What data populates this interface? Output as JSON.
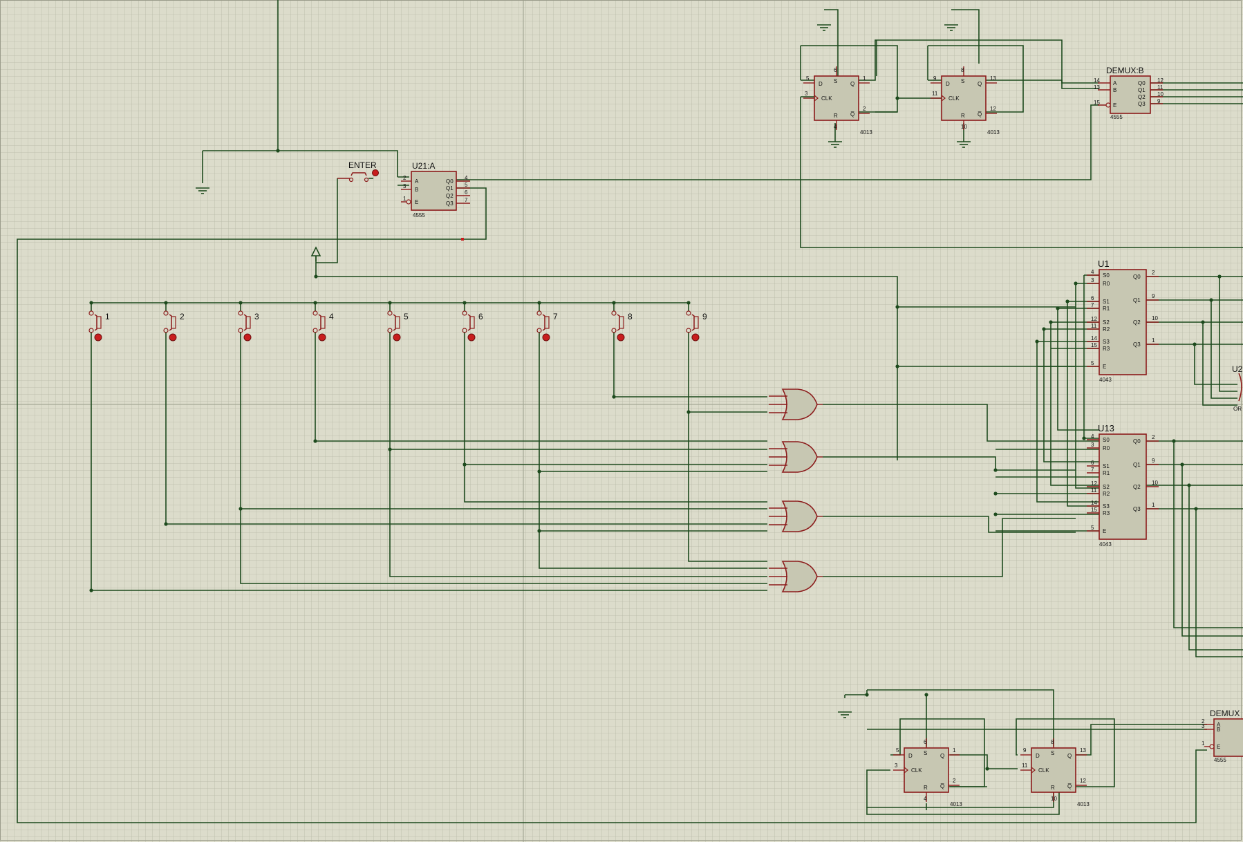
{
  "switch_labels": [
    "1",
    "2",
    "3",
    "4",
    "5",
    "6",
    "7",
    "8",
    "9"
  ],
  "enter_label": "ENTER",
  "u21": {
    "ref": "U21:A",
    "part": "4555",
    "in_pins": [
      "2",
      "3",
      "1"
    ],
    "in_names": [
      "A",
      "B",
      "E"
    ],
    "out_pins": [
      "4",
      "5",
      "6",
      "7"
    ],
    "out_names": [
      "Q0",
      "Q1",
      "Q2",
      "Q3"
    ]
  },
  "demux_b": {
    "ref": "DEMUX:B",
    "part": "4555",
    "in_pins": [
      "14",
      "13",
      "15"
    ],
    "in_names": [
      "A",
      "B",
      "E"
    ],
    "out_pins": [
      "12",
      "11",
      "10",
      "9"
    ],
    "out_names": [
      "Q0",
      "Q1",
      "Q2",
      "Q3"
    ]
  },
  "demux_bottom": {
    "ref": "DEMUX",
    "part": "4555",
    "in_pins": [
      "2",
      "3",
      "1"
    ],
    "in_names": [
      "A",
      "B",
      "E"
    ]
  },
  "u1": {
    "ref": "U1",
    "part": "4043",
    "in_pins": [
      "4",
      "3",
      "6",
      "7",
      "12",
      "11",
      "14",
      "15",
      "5"
    ],
    "in_names": [
      "S0",
      "R0",
      "S1",
      "R1",
      "S2",
      "R2",
      "S3",
      "R3",
      "E"
    ],
    "out_pins": [
      "2",
      "9",
      "10",
      "1"
    ],
    "out_names": [
      "Q0",
      "Q1",
      "Q2",
      "Q3"
    ]
  },
  "u13": {
    "ref": "U13",
    "part": "4043",
    "in_pins": [
      "4",
      "3",
      "6",
      "7",
      "12",
      "11",
      "14",
      "15",
      "5"
    ],
    "in_names": [
      "S0",
      "R0",
      "S1",
      "R1",
      "S2",
      "R2",
      "S3",
      "R3",
      "E"
    ],
    "out_pins": [
      "2",
      "9",
      "10",
      "1"
    ],
    "out_names": [
      "Q0",
      "Q1",
      "Q2",
      "Q3"
    ]
  },
  "partial_refs": {
    "u2": "U2",
    "or_type": "OR"
  },
  "ff_part": "4013",
  "ff_top": [
    {
      "d": "5",
      "clk": "3",
      "s": "6",
      "r": "4",
      "q": "1",
      "qn": "2"
    },
    {
      "d": "9",
      "clk": "11",
      "s": "8",
      "r": "10",
      "q": "13",
      "qn": "12"
    }
  ],
  "ff_bottom": [
    {
      "d": "5",
      "clk": "3",
      "s": "6",
      "r": "4",
      "q": "1",
      "qn": "2"
    },
    {
      "d": "9",
      "clk": "11",
      "s": "8",
      "r": "10",
      "q": "13",
      "qn": "12"
    }
  ],
  "ff_names": {
    "d": "D",
    "clk": "CLK",
    "s": "S",
    "r": "R",
    "q": "Q",
    "qn": "Q̅"
  }
}
